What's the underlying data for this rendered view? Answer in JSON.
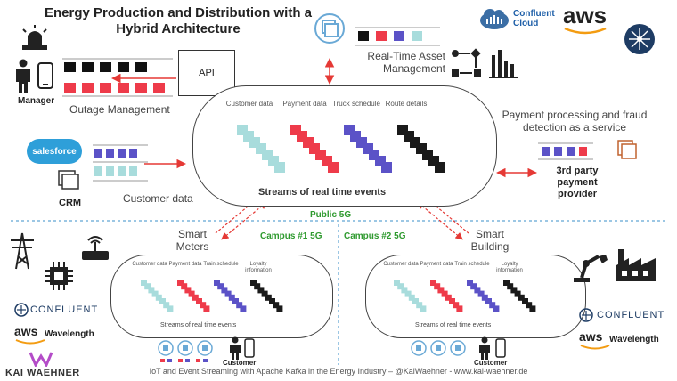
{
  "title": "Energy Production and Distribution with a Hybrid Architecture",
  "api_label": "API",
  "manager_label": "Manager",
  "outage_label": "Outage Management",
  "realtime_asset_label": "Real-Time Asset Management",
  "payment_service_label": "Payment processing and fraud detection as a service",
  "third_party_label": "3rd party payment provider",
  "crm_label": "CRM",
  "salesforce_label": "salesforce",
  "customer_data_label": "Customer data",
  "main_streams": {
    "columns": [
      "Customer data",
      "Payment data",
      "Truck schedule",
      "Route details"
    ],
    "caption": "Streams of real time events"
  },
  "public_5g": "Public 5G",
  "campus1": "Campus #1 5G",
  "campus2": "Campus #2 5G",
  "smart_meters": "Smart Meters",
  "smart_building": "Smart Building",
  "small_streams": {
    "left_columns": [
      "Customer data",
      "Payment data",
      "Train schedule",
      "Loyalty information"
    ],
    "right_columns": [
      "Customer data",
      "Payment data",
      "Train schedule",
      "Loyalty information"
    ],
    "caption": "Streams of real time events"
  },
  "customer_label": "Customer",
  "brands": {
    "confluent_cloud": "Confluent Cloud",
    "aws": "aws",
    "confluent": "CONFLUENT",
    "wavelength": "Wavelength",
    "kai": "KAI WAEHNER"
  },
  "footer": "IoT and Event Streaming with Apache Kafka in the Energy Industry – @KaiWaehner - www.kai-waehner.de",
  "colors": {
    "teal": "#a8dcdc",
    "red": "#ee3b4a",
    "purple": "#5b52c7",
    "black": "#1a1a1a",
    "arrow_red": "#e53935",
    "green": "#2f9a2f",
    "blue_divider": "#3a8fc8"
  }
}
